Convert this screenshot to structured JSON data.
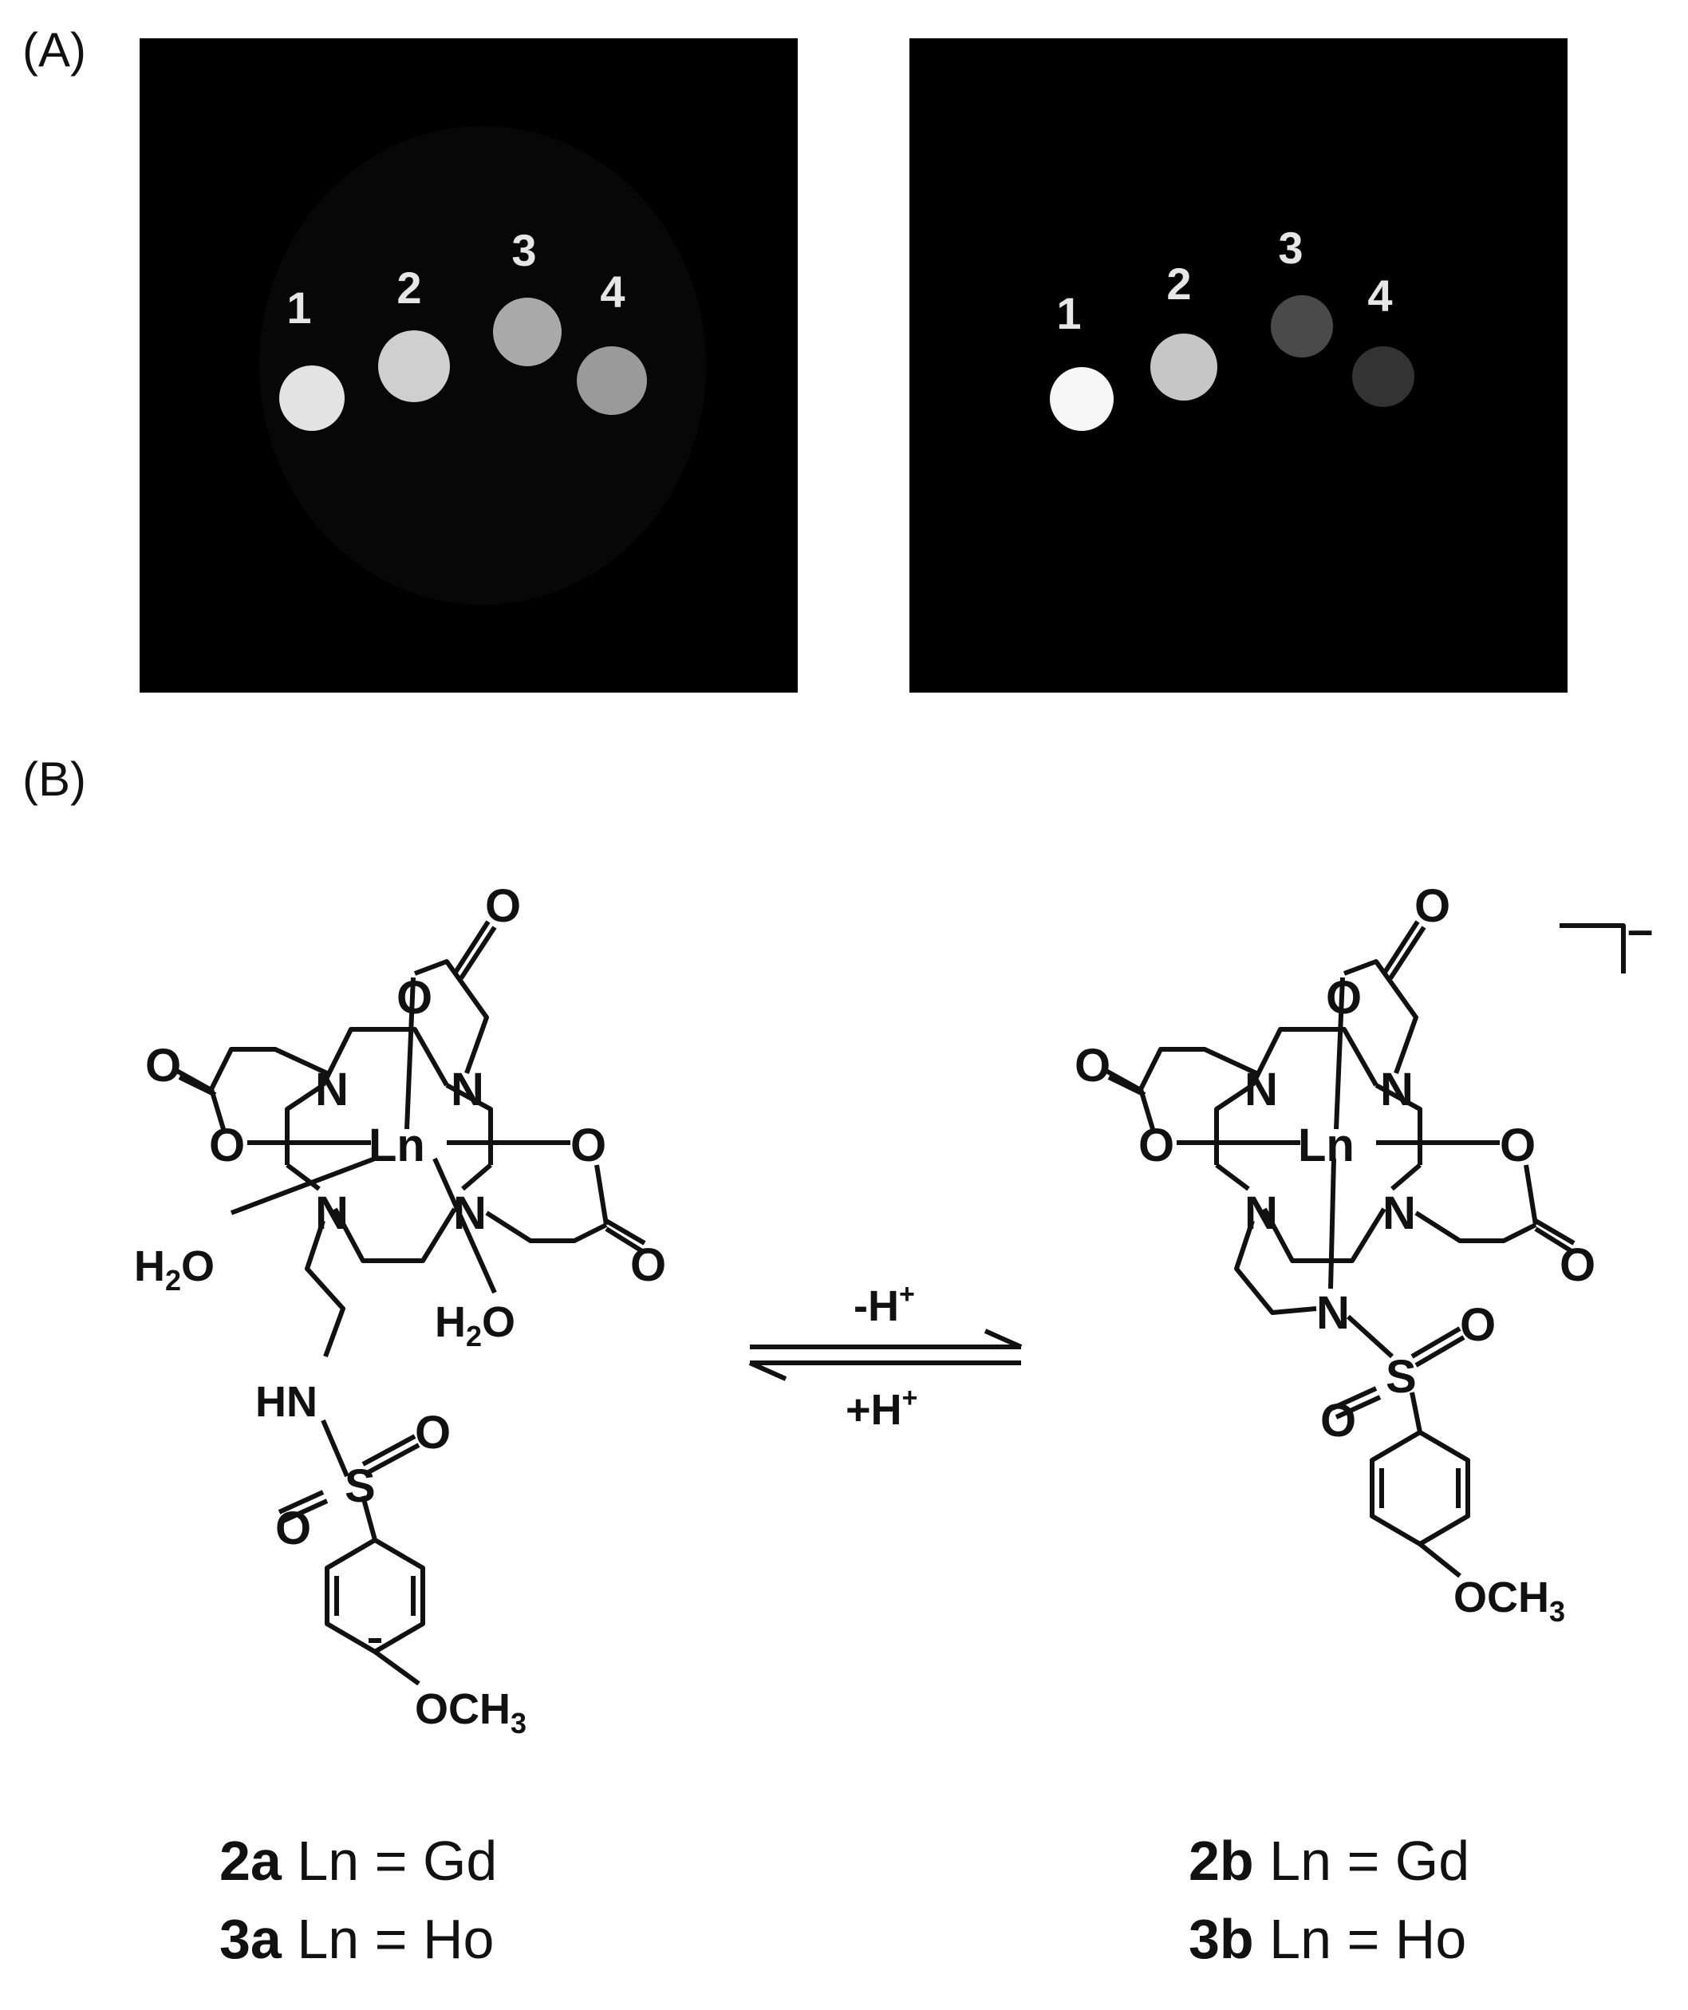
{
  "panel_a": {
    "label": "(A)",
    "images": [
      {
        "name": "left",
        "samples": [
          {
            "number": "1",
            "brightness": "#e3e3e3"
          },
          {
            "number": "2",
            "brightness": "#cfcfcf"
          },
          {
            "number": "3",
            "brightness": "#a9a9a9"
          },
          {
            "number": "4",
            "brightness": "#9a9a9a"
          }
        ]
      },
      {
        "name": "right",
        "samples": [
          {
            "number": "1",
            "brightness": "#f6f6f6"
          },
          {
            "number": "2",
            "brightness": "#c6c6c6"
          },
          {
            "number": "3",
            "brightness": "#4a4a4a"
          },
          {
            "number": "4",
            "brightness": "#333333"
          }
        ]
      }
    ]
  },
  "panel_b": {
    "label": "(B)",
    "atoms": {
      "ln": "Ln",
      "n": "N",
      "o": "O",
      "s": "S",
      "hn": "HN",
      "h2o": "H",
      "h2o_sub": "2",
      "h2o_tail": "O",
      "och3": "OCH",
      "och3_sub": "3",
      "charge": "–"
    },
    "equilibrium": {
      "forward": "-H",
      "backward": "+H",
      "sup": "+"
    },
    "left_caption": [
      {
        "id": "2a",
        "text": " Ln = Gd"
      },
      {
        "id": "3a",
        "text": " Ln = Ho"
      }
    ],
    "right_caption": [
      {
        "id": "2b",
        "text": " Ln = Gd"
      },
      {
        "id": "3b",
        "text": " Ln = Ho"
      }
    ]
  }
}
